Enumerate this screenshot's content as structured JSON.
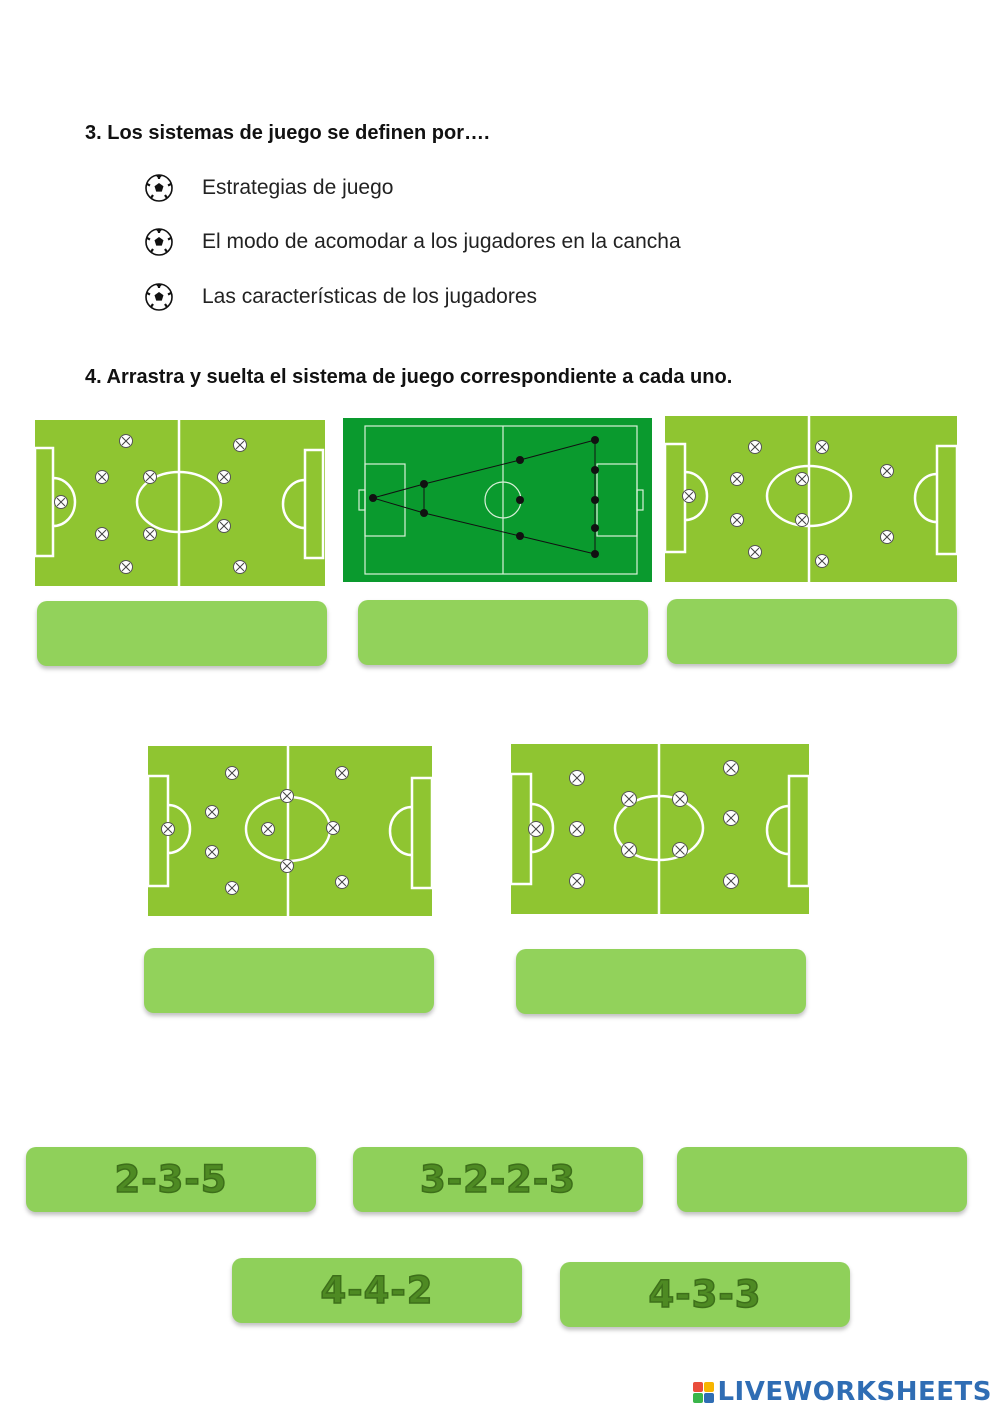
{
  "question3": {
    "title": "3. Los sistemas de juego se definen por….",
    "options": [
      "Estrategias de juego",
      "El modo de acomodar a los jugadores en la cancha",
      "Las características de los jugadores"
    ]
  },
  "question4": {
    "title": "4. Arrastra y suelta el sistema de juego correspondiente a cada uno."
  },
  "answer_chips": [
    "2-3-5",
    "3-2-2-3",
    "",
    "4-4-2",
    "4-3-3"
  ],
  "footer": {
    "logo_text": "LIVEWORKSHEETS"
  },
  "colors": {
    "field_light": "#8fc531",
    "field_dark": "#0a9a2e",
    "drop_zone": "#92d25b",
    "chip_text": "#4e8a23",
    "logo_blue": "#2f6db4"
  },
  "icons": {
    "option_bullet": "soccer-ball-icon",
    "player_marker": "circled-x-icon"
  }
}
